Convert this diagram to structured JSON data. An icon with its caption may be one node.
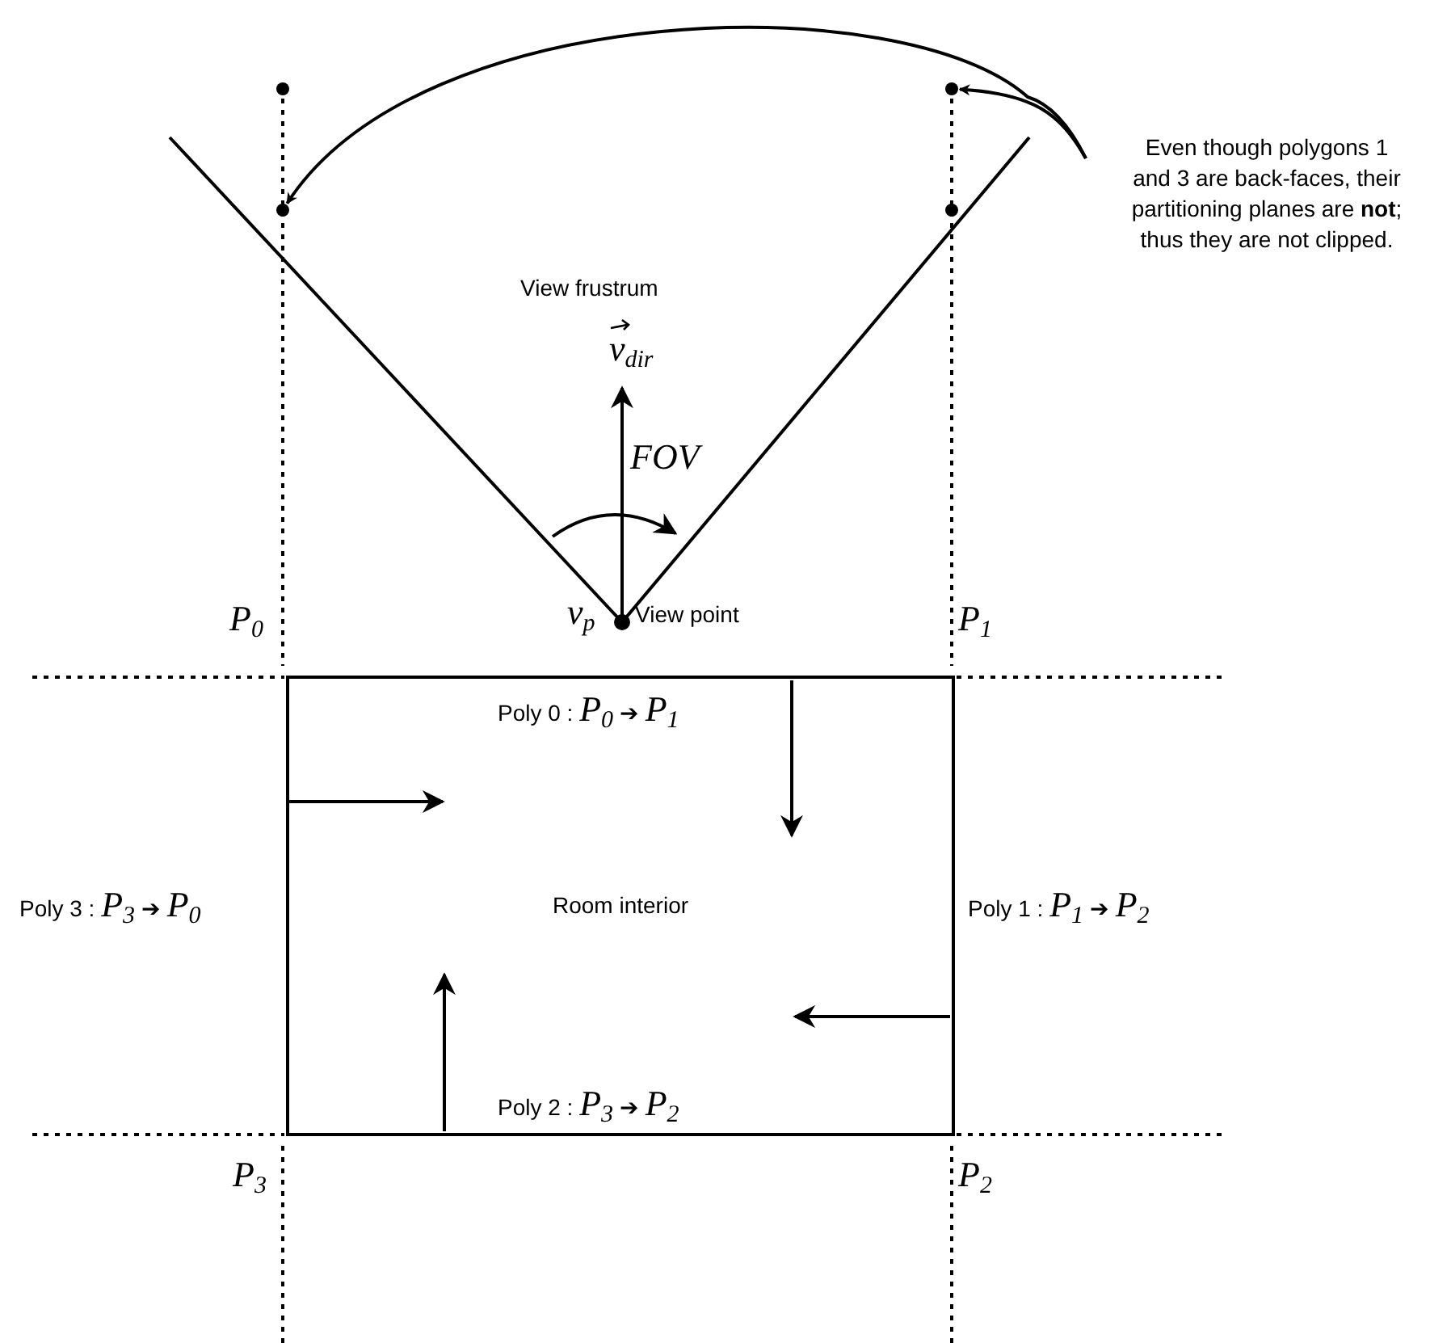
{
  "diagram": {
    "nodes": [
      {
        "text": [],
        "shape": "circle"
      },
      {
        "text": [],
        "shape": "circle"
      },
      {
        "text": [
          "Even though polygons 1 and 3 are back-faces, their partitioning planes are **not**; thus they are not clipped."
        ]
      },
      {
        "text": [],
        "shape": "circle"
      },
      {
        "text": [],
        "shape": "circle"
      },
      {
        "text": [
          "Room interior"
        ]
      }
    ],
    "edges": [
      {
        "from": 2,
        "to": 1,
        "arrow": "to"
      },
      {
        "from": 2,
        "to": 3,
        "arrow": "to"
      }
    ],
    "labels": [
      "View frustrum",
      "v$_{dir}$",
      "FOV",
      "v$_{p}$",
      "View point",
      "P$_{0}$",
      "P$_{1}$",
      "Poly 0 : *P*$_{0}$ ➔ *P*$_{1}$",
      "Poly 3 : *P*$_{3}$ ➔ *P*$_{0}$",
      "Poly 1 : *P*$_{1}$ ➔ *P*$_{2}$",
      "Poly 2 : *P*$_{3}$ ➔ *P*$_{2}$",
      "P$_{3}$",
      "P$_{2}$"
    ]
  }
}
